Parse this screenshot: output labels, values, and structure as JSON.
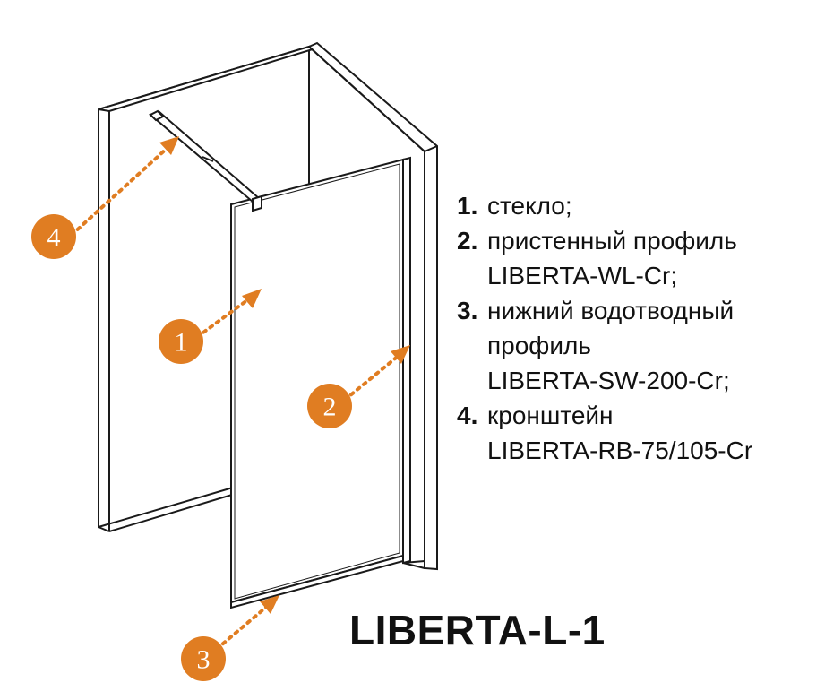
{
  "legend": {
    "items": [
      {
        "num": "1.",
        "lines": [
          "стекло;"
        ]
      },
      {
        "num": "2.",
        "lines": [
          "пристенный профиль",
          "LIBERTA-WL-Cr;"
        ]
      },
      {
        "num": "3.",
        "lines": [
          "нижний водотводный",
          "профиль",
          "LIBERTA-SW-200-Cr;"
        ]
      },
      {
        "num": "4.",
        "lines": [
          "кронштейн",
          "LIBERTA-RB-75/105-Cr"
        ]
      }
    ]
  },
  "title": "LIBERTA-L-1",
  "markers": [
    {
      "label": "1",
      "part": "glass"
    },
    {
      "label": "2",
      "part": "wall-profile"
    },
    {
      "label": "3",
      "part": "bottom-profile"
    },
    {
      "label": "4",
      "part": "bracket"
    }
  ],
  "colors": {
    "marker": "#e07d22",
    "lines": "#1a1a1a"
  }
}
